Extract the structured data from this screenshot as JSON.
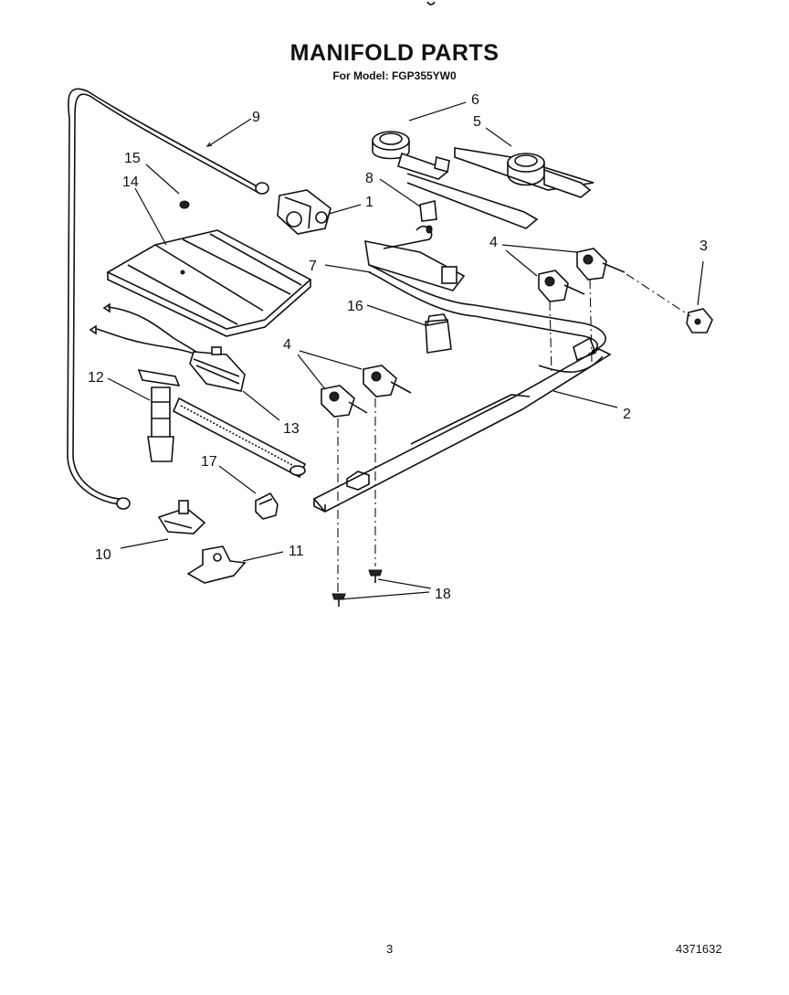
{
  "title": "MANIFOLD PARTS",
  "subtitle": "For Model: FGP355YW0",
  "page_number": "3",
  "document_number": "4371632",
  "callouts": {
    "c1": "1",
    "c2": "2",
    "c3": "3",
    "c4a": "4",
    "c4b": "4",
    "c5": "5",
    "c6": "6",
    "c7": "7",
    "c8": "8",
    "c9": "9",
    "c10": "10",
    "c11": "11",
    "c12": "12",
    "c13": "13",
    "c14": "14",
    "c15": "15",
    "c16": "16",
    "c17": "17",
    "c18": "18"
  }
}
